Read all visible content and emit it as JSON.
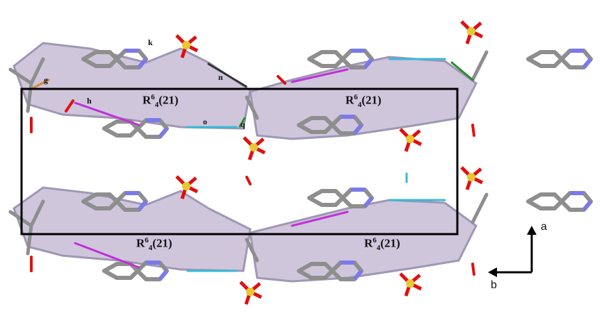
{
  "ring_labels": [
    {
      "base": "R",
      "sup": "6",
      "sub": "4",
      "tail": "(21)"
    },
    {
      "base": "R",
      "sup": "6",
      "sub": "4",
      "tail": "(21)"
    },
    {
      "base": "R",
      "sup": "6",
      "sub": "4",
      "tail": "(21)"
    },
    {
      "base": "R",
      "sup": "6",
      "sub": "4",
      "tail": "(21)"
    }
  ],
  "bond_letters": [
    "k",
    "n",
    "g",
    "h",
    "o",
    "q"
  ],
  "axes": {
    "a": "a",
    "b": "b"
  },
  "colors": {
    "ring_fill": "#cfc6dc",
    "ring_edge": "#9e97b4",
    "bond_carbon": "#8e8e8e",
    "oxygen": "#e01010",
    "nitrogen": "#7a7ae8",
    "sulfur": "#e8c832",
    "hbond_cyan": "#3bb8d8",
    "hbond_magenta": "#c030d8",
    "hbond_orange": "#d08a3a",
    "hbond_green": "#2a8a2a",
    "unit_cell": "#000000"
  }
}
